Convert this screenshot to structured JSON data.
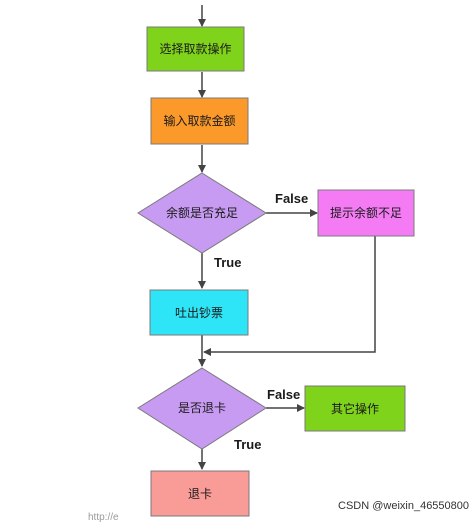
{
  "nodes": {
    "select_withdraw": {
      "label": "选择取款操作",
      "color": "#7fd31a"
    },
    "input_amount": {
      "label": "输入取款金额",
      "color": "#fb9a2a"
    },
    "balance_check": {
      "label": "余额是否充足",
      "color": "#c89bf2"
    },
    "insufficient": {
      "label": "提示余额不足",
      "color": "#f57bf5"
    },
    "dispense": {
      "label": "吐出钞票",
      "color": "#2ee4f7"
    },
    "exit_check": {
      "label": "是否退卡",
      "color": "#c89bf2"
    },
    "other_ops": {
      "label": "其它操作",
      "color": "#7fd31a"
    },
    "eject_card": {
      "label": "退卡",
      "color": "#f99b96"
    }
  },
  "edges": {
    "balance_false": "False",
    "balance_true": "True",
    "exit_false": "False",
    "exit_true": "True"
  },
  "colors": {
    "stroke": "#7a7a7a",
    "arrow": "#444444"
  },
  "watermark": "CSDN @weixin_46550800",
  "url_fragment": "http://e"
}
